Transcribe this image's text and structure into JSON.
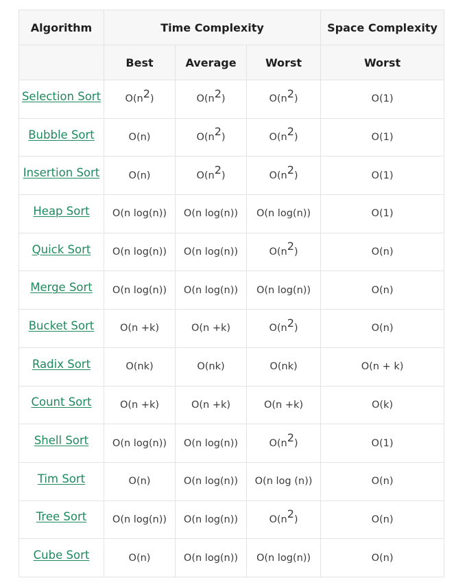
{
  "table": {
    "headers": {
      "algorithm": "Algorithm",
      "time_complexity": "Time Complexity",
      "space_complexity": "Space Complexity",
      "best": "Best",
      "average": "Average",
      "worst": "Worst",
      "space_worst": "Worst"
    },
    "rows": [
      {
        "algorithm": "Selection Sort",
        "best": "O(n^2)",
        "average": "O(n^2)",
        "worst": "O(n^2)",
        "space": "O(1)"
      },
      {
        "algorithm": "Bubble Sort",
        "best": "O(n)",
        "average": "O(n^2)",
        "worst": "O(n^2)",
        "space": "O(1)"
      },
      {
        "algorithm": "Insertion Sort",
        "best": "O(n)",
        "average": "O(n^2)",
        "worst": "O(n^2)",
        "space": "O(1)"
      },
      {
        "algorithm": "Heap Sort",
        "best": "O(n log(n))",
        "average": "O(n log(n))",
        "worst": "O(n log(n))",
        "space": "O(1)"
      },
      {
        "algorithm": "Quick Sort",
        "best": "O(n log(n))",
        "average": "O(n log(n))",
        "worst": "O(n^2)",
        "space": "O(n)"
      },
      {
        "algorithm": "Merge Sort",
        "best": "O(n log(n))",
        "average": "O(n log(n))",
        "worst": "O(n log(n))",
        "space": "O(n)"
      },
      {
        "algorithm": "Bucket Sort",
        "best": "O(n +k)",
        "average": "O(n +k)",
        "worst": "O(n^2)",
        "space": "O(n)"
      },
      {
        "algorithm": "Radix Sort",
        "best": "O(nk)",
        "average": "O(nk)",
        "worst": "O(nk)",
        "space": "O(n + k)"
      },
      {
        "algorithm": "Count Sort",
        "best": "O(n +k)",
        "average": "O(n +k)",
        "worst": "O(n +k)",
        "space": "O(k)"
      },
      {
        "algorithm": "Shell Sort",
        "best": "O(n log(n))",
        "average": "O(n log(n))",
        "worst": "O(n^2)",
        "space": "O(1)"
      },
      {
        "algorithm": "Tim Sort",
        "best": "O(n)",
        "average": "O(n log(n))",
        "worst": "O(n log (n))",
        "space": "O(n)"
      },
      {
        "algorithm": "Tree Sort",
        "best": "O(n log(n))",
        "average": "O(n log(n))",
        "worst": "O(n^2)",
        "space": "O(n)"
      },
      {
        "algorithm": "Cube Sort",
        "best": "O(n)",
        "average": "O(n log(n))",
        "worst": "O(n log(n))",
        "space": "O(n)"
      }
    ]
  },
  "colors": {
    "link": "#1e8a5e",
    "header_bg": "#f7f7f7",
    "border": "#e3e3e3"
  }
}
